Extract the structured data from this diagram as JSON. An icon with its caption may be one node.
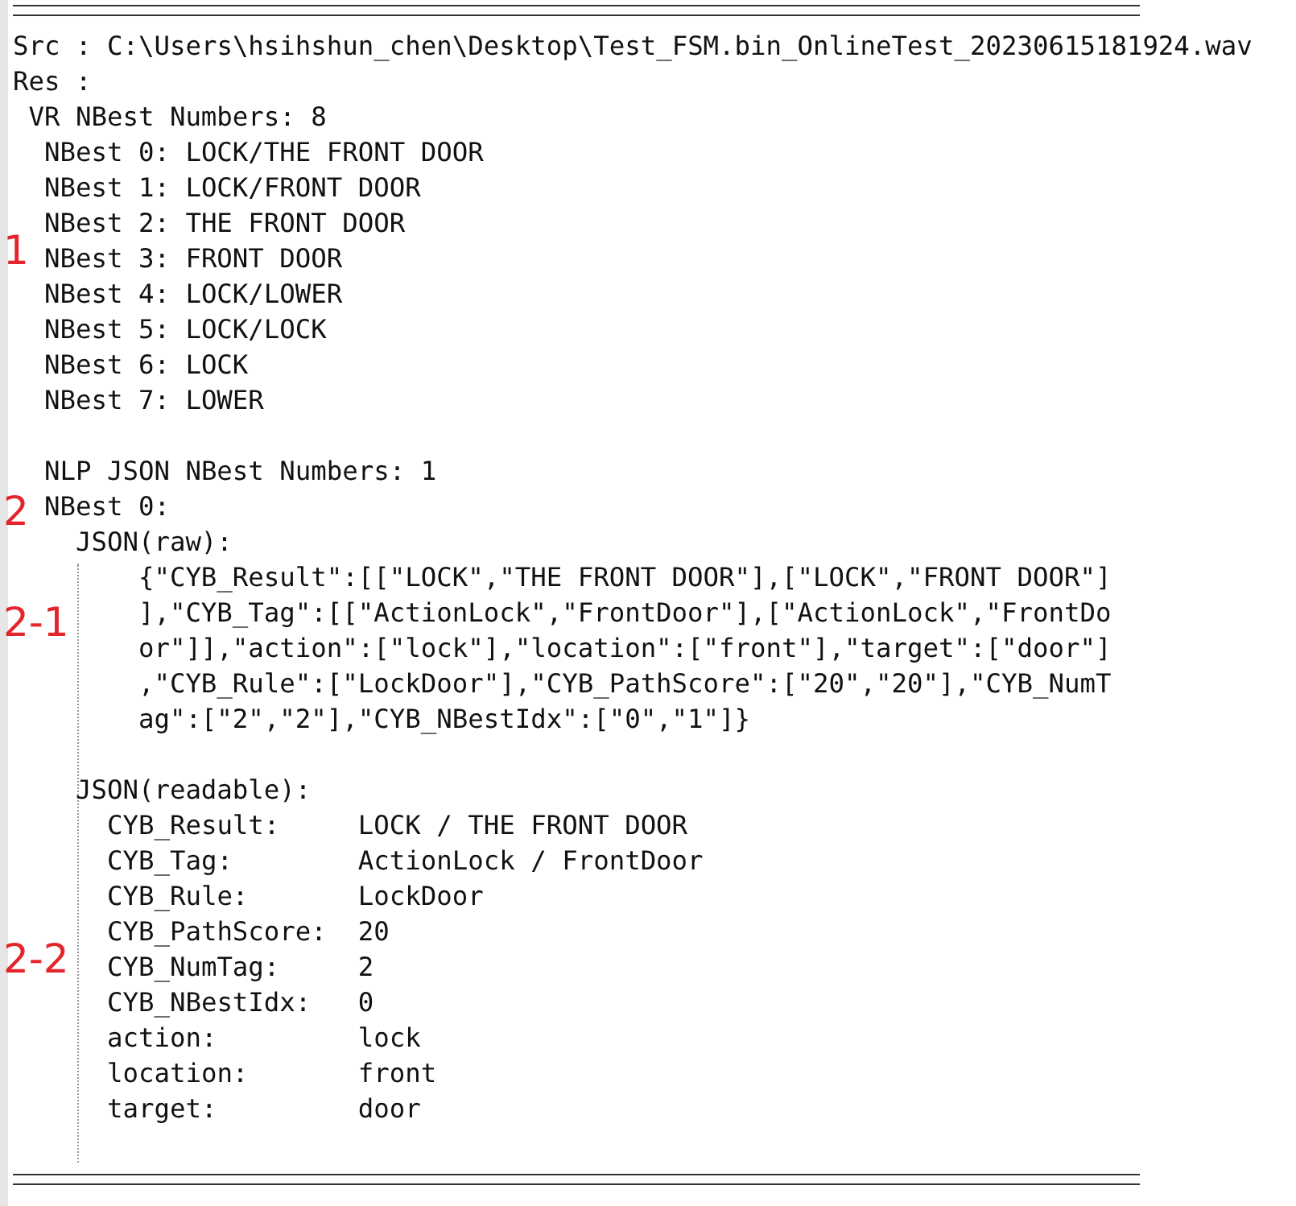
{
  "diagram": {
    "labels": [
      "Src : C:\\Users\\hsihshun_chen\\Desktop\\Test_FSM.bin_OnlineTest_20230615181924.wav",
      "Res :",
      "VR NBest Numbers: 8",
      "NBest 0: LOCK/THE FRONT DOOR",
      "NBest 1: LOCK/FRONT DOOR",
      "1",
      "NBest 2: THE FRONT DOOR",
      "NBest 3: FRONT DOOR",
      "NBest 4: LOCK/LOWER",
      "NBest 5: LOCK/LOCK",
      "NBest 6: LOCK",
      "NBest 7: LOWER",
      "NLP JSON NBest Numbers: 1",
      "2",
      "NBest 0:",
      "JSON(raw):",
      "2-1",
      "{\"CYB_Result\":[[\"LOCK\",\"THE FRONT DOOR\"],[\"LOCK\",\"FRONT DOOR\"]],\"CYB_Tag\":[[\"ActionLock\",\"FrontDoor\"],[\"ActionLock\",\"FrontDoor\"]],\"action\":[\"lock\"],\"location\":[\"front\"],\"target\":[\"door\"],\"CYB_Rule\":[\"LockDoor\"],\"CYB_PathScore\":[\"20\",\"20\"],\"CYB_NumTag\":[\"2\",\"2\"],\"CYB_NBestIdx\":[\"0\",\"1\"]}",
      "JSON(readable):",
      "CYB_Result:",
      "LOCK / THE FRONT DOOR",
      "CYB_Tag:",
      "ActionLock / FrontDoor",
      "CYB_Rule:",
      "LockDoor",
      "2-2",
      "CYB_PathScore:",
      "20",
      "CYB_NumTag:",
      "2",
      "CYB_NBestIdx:",
      "0",
      "action:",
      "lock",
      "location:",
      "front",
      "target:",
      "door"
    ]
  }
}
